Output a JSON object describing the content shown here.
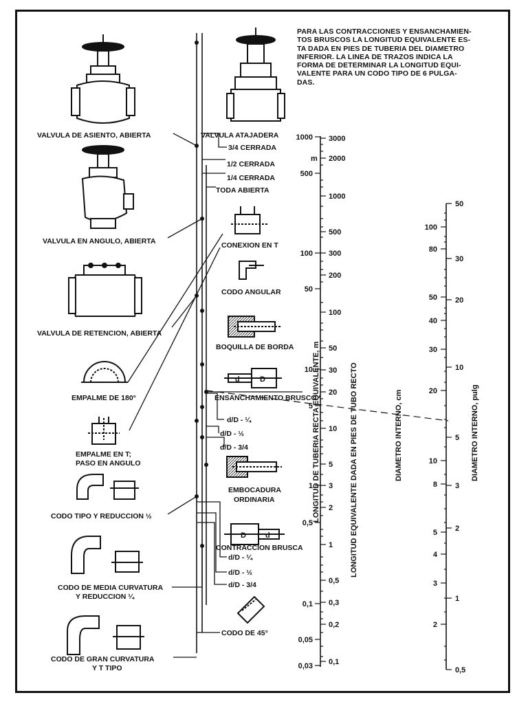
{
  "note_lines": [
    "PARA LAS CONTRACCIONES Y ENSANCHAMIEN-",
    "TOS BRUSCOS LA LONGITUD EQUIVALENTE ES-",
    "TA DADA EN PIES DE TUBERIA DEL DIAMETRO",
    "INFERIOR. LA LINEA DE TRAZOS INDICA LA",
    "FORMA DE DETERMINAR LA LONGITUD EQUI-",
    "VALENTE PARA UN CODO TIPO DE 6 PULGA-",
    "DAS."
  ],
  "fittings_left": {
    "valvula_asiento": "VALVULA DE ASIENTO, ABIERTA",
    "valvula_angulo": "VALVULA EN ANGULO, ABIERTA",
    "valvula_retencion": "VALVULA DE RETENCION, ABIERTA",
    "empalme_180": "EMPALME DE 180°",
    "empalme_t_1": "EMPALME EN T;",
    "empalme_t_2": "PASO EN ANGULO",
    "codo_tipo": "CODO TIPO Y REDUCCION ½",
    "codo_media_1": "CODO DE MEDIA CURVATURA",
    "codo_media_2": "Y REDUCCION ¼",
    "codo_gran_1": "CODO DE GRAN CURVATURA",
    "codo_gran_2": "Y T TIPO"
  },
  "fittings_right": {
    "valvula_atajadera": "VALVULA ATAJADERA",
    "tres_cuartos": "3/4 CERRADA",
    "medio": "1/2 CERRADA",
    "un_cuarto": "1/4 CERRADA",
    "toda_abierta": "TODA ABIERTA",
    "conexion_t": "CONEXION EN T",
    "codo_angular": "CODO ANGULAR",
    "boquilla": "BOQUILLA DE BORDA",
    "ensanchamiento": "ENSANCHAMIENTO BRUSCO",
    "dD_14_a": "d/D - ¼",
    "dD_12_a": "d/D - ½",
    "dD_34_a": "d/D - 3/4",
    "embocadura_1": "EMBOCADURA",
    "embocadura_2": "ORDINARIA",
    "contraccion": "CONTRACCION BRUSCA",
    "dD_14_b": "d/D - ¼",
    "dD_12_b": "d/D - ½",
    "dD_34_b": "d/D - 3/4",
    "codo_45": "CODO DE 45°",
    "icon_d": "d",
    "icon_D": "D"
  },
  "axis_titles": {
    "tuberia_recta": "LONGITUD  DE   TUBERIA RECTA   EQUIVALENTE,  m",
    "tubo_recto_ft": "LONGITUD EQUIVALENTE DADA EN PIES DE TUBO RECTO",
    "diametro_cm": "DIAMETRO  INTERNO,  cm",
    "diametro_pulg": "DIAMETRO  INTERNO,  pulg"
  },
  "scale_m_labels": [
    "1000",
    "500",
    "100",
    "50",
    "10",
    "5",
    "1",
    "0,5",
    "0,1",
    "0,05",
    "0,03"
  ],
  "scale_ft_labels": [
    "3000",
    "2000",
    "1000",
    "500",
    "300",
    "200",
    "100",
    "50",
    "30",
    "20",
    "10",
    "5",
    "3",
    "2",
    "1",
    "0,5",
    "0,3",
    "0,2",
    "0,1"
  ],
  "scale_cm_labels": [
    "100",
    "80",
    "50",
    "40",
    "30",
    "20",
    "10",
    "8",
    "5",
    "4",
    "3",
    "2"
  ],
  "scale_pulg_labels": [
    "50",
    "30",
    "20",
    "10",
    "5",
    "3",
    "2",
    "1",
    "0,5"
  ],
  "m_letter": "m"
}
